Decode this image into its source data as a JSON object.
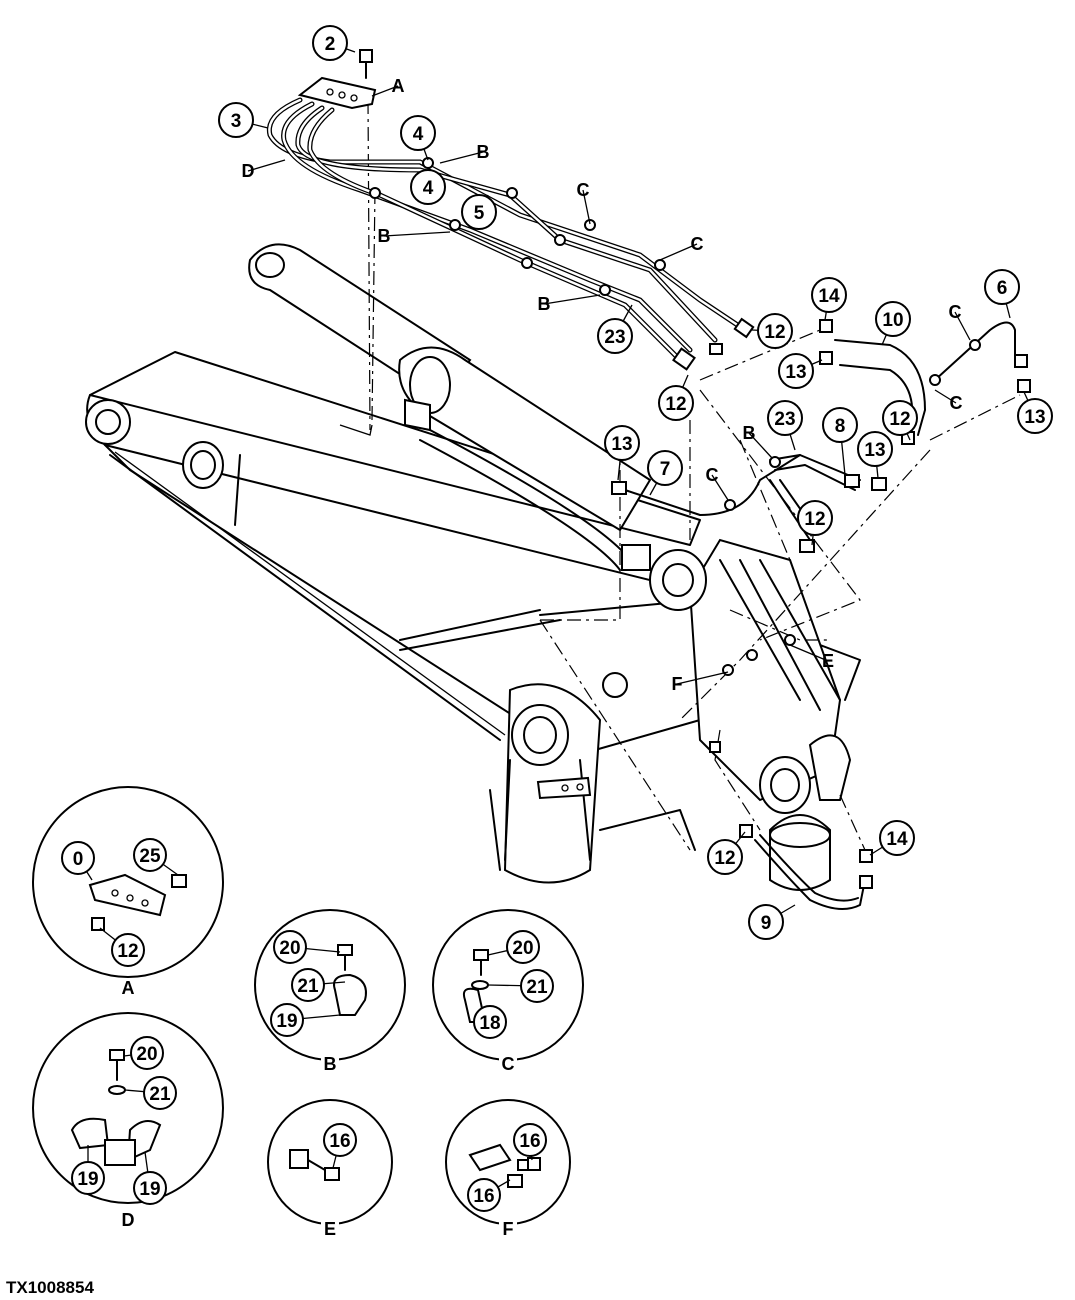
{
  "figure_code": "TX1008854",
  "callouts": [
    {
      "id": "c2",
      "label": "2"
    },
    {
      "id": "c3",
      "label": "3"
    },
    {
      "id": "c4a",
      "label": "4"
    },
    {
      "id": "c4b",
      "label": "4"
    },
    {
      "id": "c5",
      "label": "5"
    },
    {
      "id": "c23a",
      "label": "23"
    },
    {
      "id": "c12a",
      "label": "12"
    },
    {
      "id": "c12b",
      "label": "12"
    },
    {
      "id": "c14a",
      "label": "14"
    },
    {
      "id": "c10",
      "label": "10"
    },
    {
      "id": "c6",
      "label": "6"
    },
    {
      "id": "c13a",
      "label": "13"
    },
    {
      "id": "c13b",
      "label": "13"
    },
    {
      "id": "c23b",
      "label": "23"
    },
    {
      "id": "c8",
      "label": "8"
    },
    {
      "id": "c12c",
      "label": "12"
    },
    {
      "id": "c13c",
      "label": "13"
    },
    {
      "id": "c13d",
      "label": "13"
    },
    {
      "id": "c7",
      "label": "7"
    },
    {
      "id": "c12d",
      "label": "12"
    },
    {
      "id": "c12e",
      "label": "12"
    },
    {
      "id": "c14b",
      "label": "14"
    },
    {
      "id": "c9",
      "label": "9"
    }
  ],
  "letters": [
    {
      "id": "lA",
      "label": "A"
    },
    {
      "id": "lD",
      "label": "D"
    },
    {
      "id": "lB1",
      "label": "B"
    },
    {
      "id": "lB2",
      "label": "B"
    },
    {
      "id": "lB3",
      "label": "B"
    },
    {
      "id": "lC1",
      "label": "C"
    },
    {
      "id": "lC2",
      "label": "C"
    },
    {
      "id": "lC3",
      "label": "C"
    },
    {
      "id": "lC4",
      "label": "C"
    },
    {
      "id": "lB4",
      "label": "B"
    },
    {
      "id": "lC5",
      "label": "C"
    },
    {
      "id": "lE",
      "label": "E"
    },
    {
      "id": "lF",
      "label": "F"
    }
  ],
  "details": [
    {
      "id": "A",
      "title": "A",
      "callouts": [
        "0",
        "25",
        "12"
      ]
    },
    {
      "id": "B",
      "title": "B",
      "callouts": [
        "20",
        "21",
        "19"
      ]
    },
    {
      "id": "C",
      "title": "C",
      "callouts": [
        "20",
        "21",
        "18"
      ]
    },
    {
      "id": "D",
      "title": "D",
      "callouts": [
        "20",
        "21",
        "19",
        "19"
      ]
    },
    {
      "id": "E",
      "title": "E",
      "callouts": [
        "16"
      ]
    },
    {
      "id": "F",
      "title": "F",
      "callouts": [
        "16",
        "16"
      ]
    }
  ]
}
